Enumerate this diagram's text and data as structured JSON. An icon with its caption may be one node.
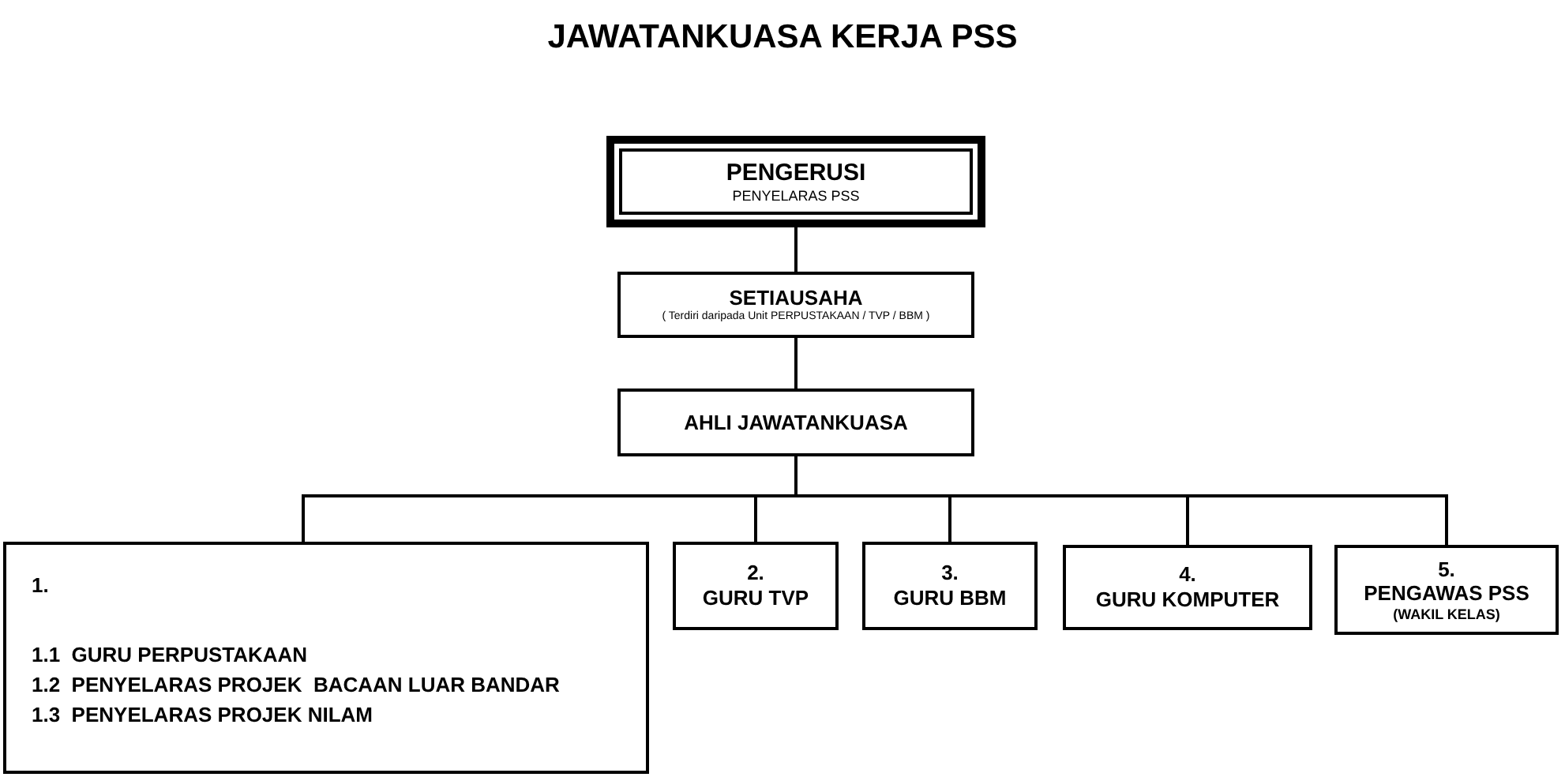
{
  "diagram": {
    "title": "JAWATANKUASA KERJA PSS",
    "nodes": [
      {
        "text": [
          "PENGERUSI",
          "PENYELARAS PSS"
        ]
      },
      {
        "text": [
          "SETIAUSAHA",
          "( Terdiri daripada Unit PERPUSTAKAAN / TVP / BBM )"
        ]
      },
      {
        "text": [
          "AHLI JAWATANKUASA"
        ]
      },
      {
        "text": [
          "1.",
          "1.1  GURU PERPUSTAKAAN",
          "1.2  PENYELARAS PROJEK  BACAAN LUAR BANDAR",
          "1.3  PENYELARAS PROJEK NILAM"
        ]
      },
      {
        "text": [
          "2.",
          "GURU TVP"
        ]
      },
      {
        "text": [
          "3.",
          "GURU BBM"
        ]
      },
      {
        "text": [
          "4.",
          "GURU KOMPUTER"
        ]
      },
      {
        "text": [
          "5.",
          "PENGAWAS PSS",
          "(WAKIL KELAS)"
        ]
      }
    ],
    "edges": [
      {
        "from": 0,
        "to": 1,
        "arrow": "none"
      },
      {
        "from": 1,
        "to": 2,
        "arrow": "none"
      },
      {
        "from": 2,
        "to": 3,
        "arrow": "none"
      },
      {
        "from": 2,
        "to": 4,
        "arrow": "none"
      },
      {
        "from": 2,
        "to": 5,
        "arrow": "none"
      },
      {
        "from": 2,
        "to": 6,
        "arrow": "none"
      },
      {
        "from": 2,
        "to": 7,
        "arrow": "none"
      }
    ]
  }
}
